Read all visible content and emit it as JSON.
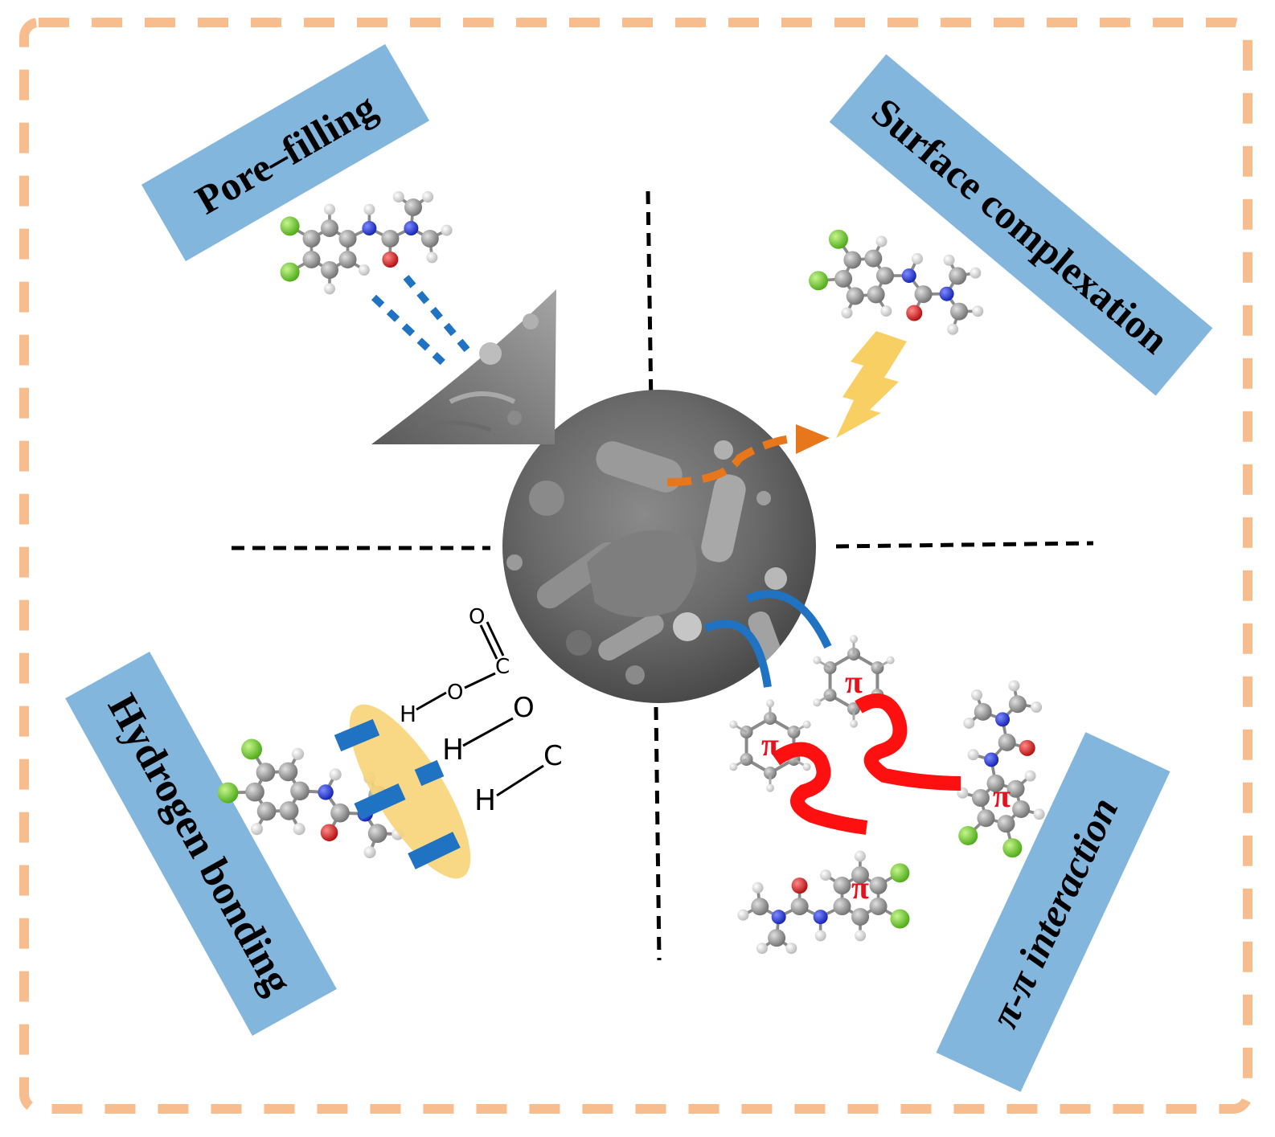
{
  "labels": {
    "pore_filling": "Pore–filling",
    "surface_complexation": "Surface complexation",
    "hydrogen_bonding": "Hydrogen bonding",
    "pi_interaction": "π-π interaction"
  },
  "pi_symbol": "π",
  "functional_groups": {
    "hydroxyl_h": "H",
    "hydroxyl_o": "O",
    "carboxyl_o_top": "O",
    "carboxyl_c": "C",
    "h_mid": "H",
    "o_mid": "O",
    "h_low": "H",
    "c_low": "C"
  },
  "colors": {
    "frame": "#f7bd8f",
    "label_box": "#82b6dd",
    "chlorine": "#6fcf2a",
    "carbon": "#8c8c8c",
    "hydrogen": "#e6e6e6",
    "nitrogen": "#1c2bd6",
    "oxygen": "#d21818",
    "blue_bond": "#1f73c2",
    "orange_arrow": "#e8761a",
    "lightning": "#f8cf63",
    "pi_wave": "#ff1010",
    "yellow_ellipse": "#f8d478"
  }
}
